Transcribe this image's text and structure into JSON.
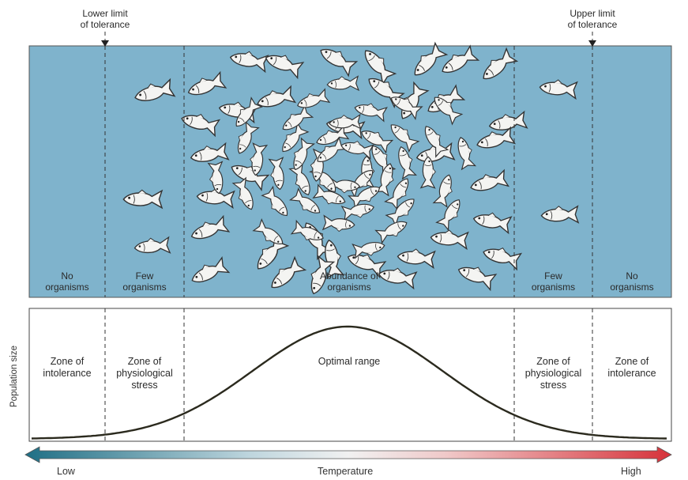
{
  "tolerance": {
    "lower": "Lower limit\nof tolerance",
    "upper": "Upper limit\nof tolerance"
  },
  "top_panel": {
    "labels": [
      "No\norganisms",
      "Few\norganisms",
      "Abundance of\norganisms",
      "Few\norganisms",
      "No\norganisms"
    ]
  },
  "bottom_panel": {
    "ylabel": "Population size",
    "zones": [
      "Zone of\nintolerance",
      "Zone of\nphysiological\nstress",
      "Optimal range",
      "Zone of\nphysiological\nstress",
      "Zone of\nintolerance"
    ]
  },
  "axis": {
    "title": "Temperature",
    "low": "Low",
    "high": "High"
  },
  "colors": {
    "water": "#7fb3cc",
    "curve": "#2b2a1e",
    "arrow_low": "#1f6f85",
    "arrow_high": "#d6323a",
    "fish_fill": "#f4f4f2",
    "fish_stroke": "#333333"
  }
}
